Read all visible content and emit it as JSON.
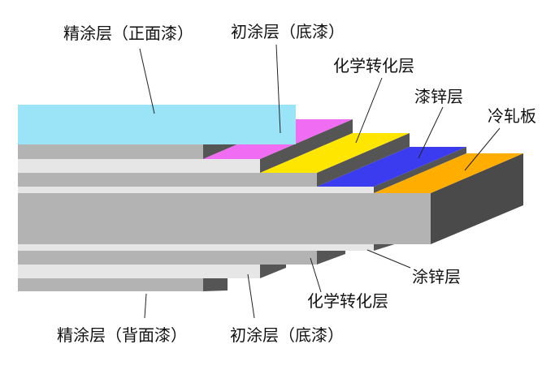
{
  "labels": {
    "top_finish_coat": "精涂层（正面漆）",
    "top_primer_coat": "初涂层（底漆）",
    "top_conversion_layer": "化学转化层",
    "top_zinc_layer": "漆锌层",
    "substrate": "冷轧板",
    "bottom_zinc_layer": "涂锌层",
    "bottom_conversion_layer": "化学转化层",
    "bottom_finish_coat": "精涂层（背面漆）",
    "bottom_primer_coat": "初涂层（底漆）"
  },
  "colors": {
    "finish_coat_top": "#9be3f7",
    "primer_top": "#f06cf2",
    "conversion_top": "#ffe600",
    "zinc_top": "#3b3bf0",
    "substrate_top": "#ffae00",
    "front_dark_gray": "#b3b3b3",
    "front_light_gray": "#e6e6e6",
    "side_shadow": "#555555",
    "side_shadow_dark": "#4a4a4a"
  }
}
